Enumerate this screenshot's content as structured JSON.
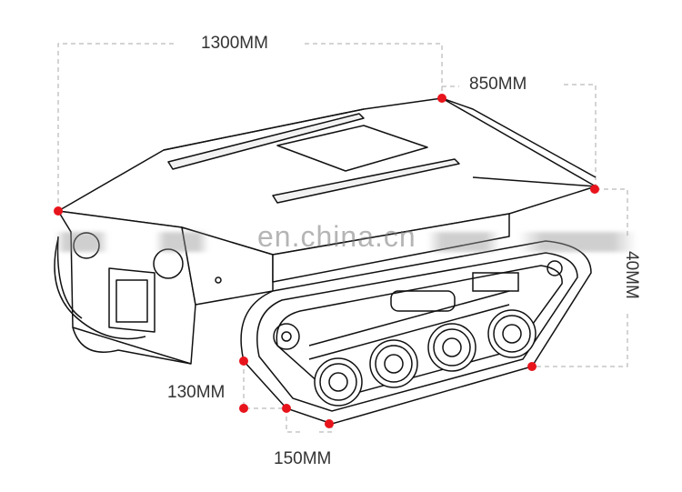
{
  "diagram": {
    "subject": "tracked-robot-chassis",
    "dimensions": {
      "length": "1300MM",
      "width": "850MM",
      "height": "40MM",
      "ground_clearance": "130MM",
      "track_offset": "150MM"
    },
    "watermark": "en.china.cn",
    "colors": {
      "marker": "#e8141c",
      "line": "#111111",
      "dim_line": "#aaaaaa",
      "label": "#333333"
    }
  }
}
